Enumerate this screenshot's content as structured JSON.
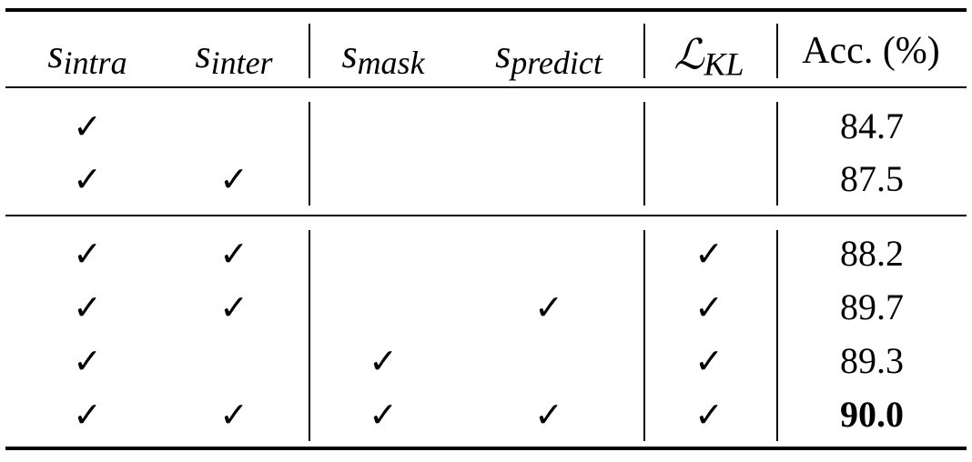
{
  "table": {
    "headers": [
      {
        "base": "s",
        "sub": "intra"
      },
      {
        "base": "s",
        "sub": "inter"
      },
      {
        "base": "s",
        "sub": "mask"
      },
      {
        "base": "s",
        "sub": "predict"
      },
      {
        "base": "ℒ",
        "sub": "KL"
      },
      {
        "text": "Acc. (%)"
      }
    ],
    "check_symbol": "✓",
    "rows": [
      {
        "checks": [
          true,
          false,
          false,
          false,
          false
        ],
        "acc": "84.7",
        "best": false
      },
      {
        "checks": [
          true,
          true,
          false,
          false,
          false
        ],
        "acc": "87.5",
        "best": false
      },
      {
        "checks": [
          true,
          true,
          false,
          false,
          true
        ],
        "acc": "88.2",
        "best": false
      },
      {
        "checks": [
          true,
          true,
          false,
          true,
          true
        ],
        "acc": "89.7",
        "best": false
      },
      {
        "checks": [
          true,
          false,
          true,
          false,
          true
        ],
        "acc": "89.3",
        "best": false
      },
      {
        "checks": [
          true,
          true,
          true,
          true,
          true
        ],
        "acc": "90.0",
        "best": true
      }
    ]
  }
}
